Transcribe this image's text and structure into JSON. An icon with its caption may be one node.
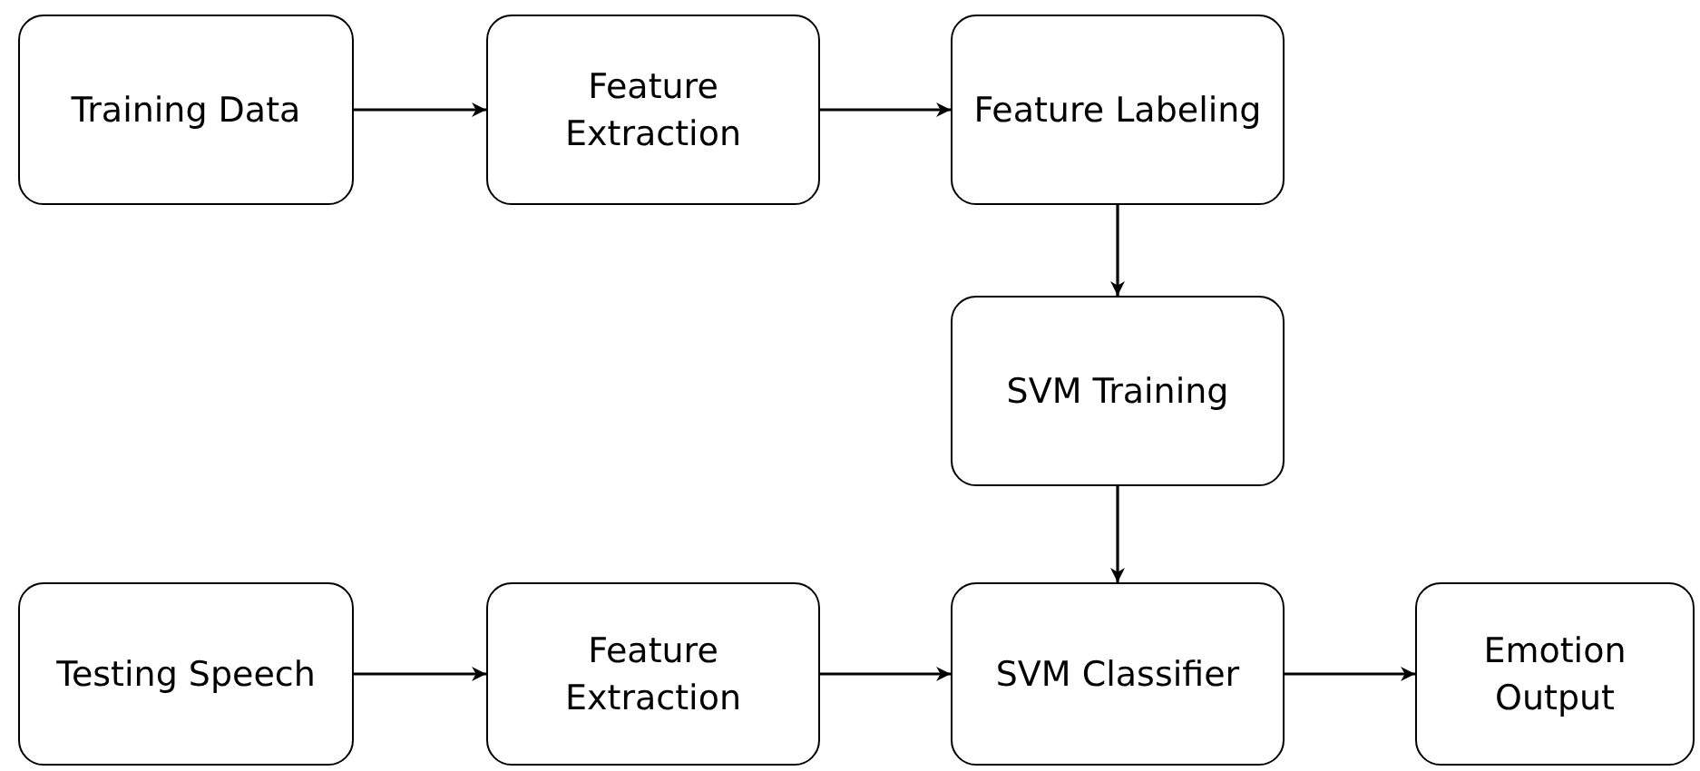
{
  "diagram": {
    "nodes": [
      {
        "text": [
          "Training Data"
        ]
      },
      {
        "text": [
          "Feature Extraction"
        ]
      },
      {
        "text": [
          "Feature Labeling"
        ]
      },
      {
        "text": [
          "SVM Training"
        ]
      },
      {
        "text": [
          "Testing Speech"
        ]
      },
      {
        "text": [
          "Feature Extraction"
        ]
      },
      {
        "text": [
          "SVM Classifier"
        ]
      },
      {
        "text": [
          "Emotion Output"
        ]
      }
    ],
    "edges": [
      {
        "from": 0,
        "to": 1,
        "arrow": "to"
      },
      {
        "from": 1,
        "to": 2,
        "arrow": "to"
      },
      {
        "from": 2,
        "to": 3,
        "arrow": "to"
      },
      {
        "from": 3,
        "to": 6,
        "arrow": "to"
      },
      {
        "from": 4,
        "to": 5,
        "arrow": "to"
      },
      {
        "from": 5,
        "to": 6,
        "arrow": "to"
      },
      {
        "from": 6,
        "to": 7,
        "arrow": "to"
      }
    ]
  }
}
